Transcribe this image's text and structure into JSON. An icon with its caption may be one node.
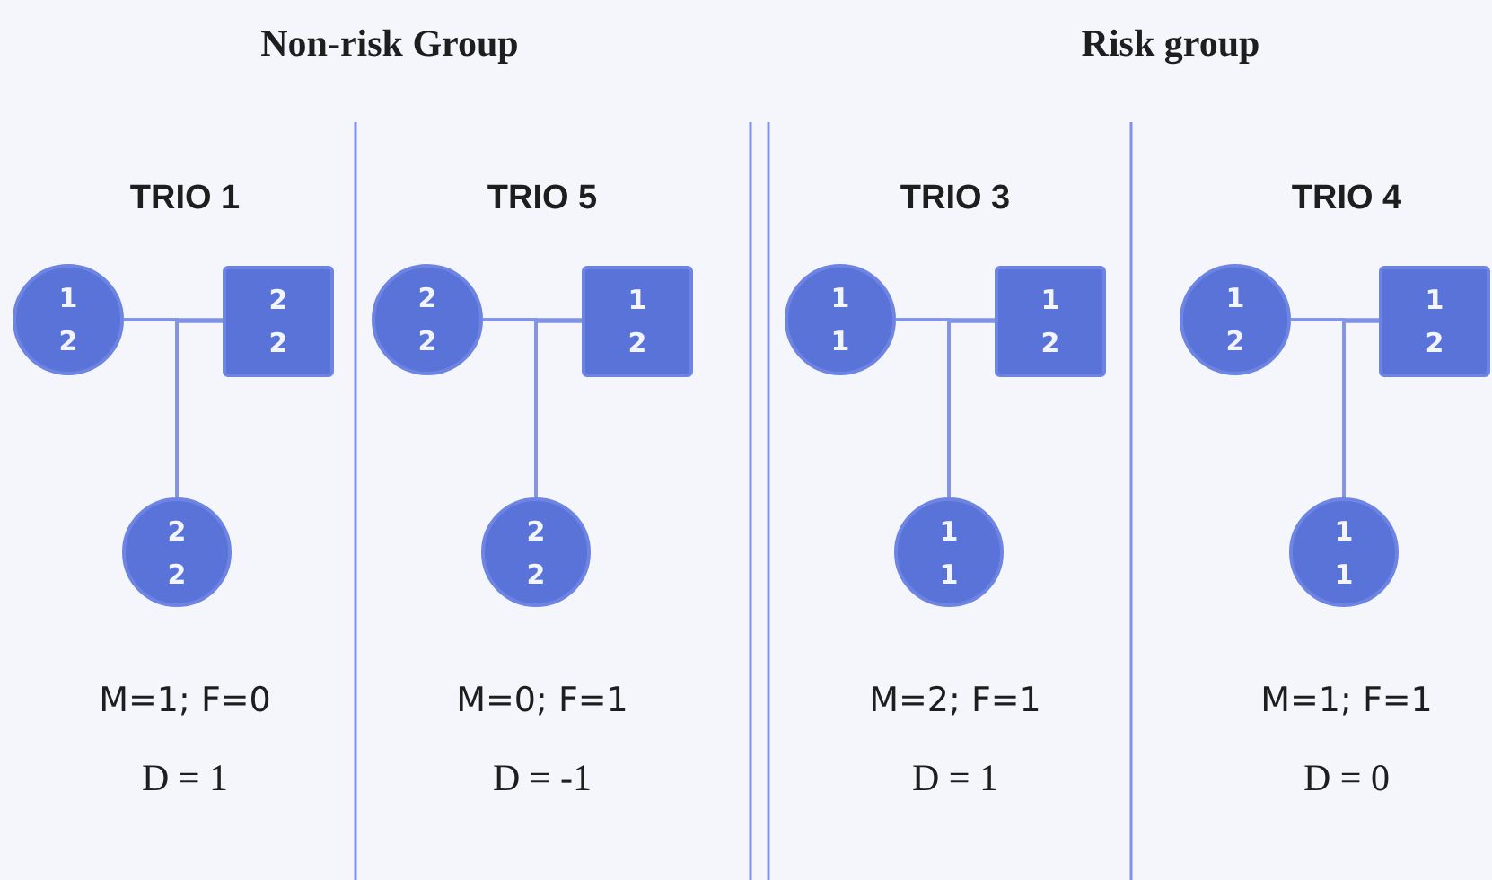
{
  "diagram": {
    "nodes": [
      {
        "text": [
          "1",
          "2"
        ]
      },
      {
        "text": [
          "2",
          "2"
        ]
      },
      {
        "text": [
          "2",
          "2"
        ]
      },
      {
        "text": [
          "2",
          "2"
        ]
      },
      {
        "text": [
          "1",
          "2"
        ]
      },
      {
        "text": [
          "2",
          "2"
        ]
      },
      {
        "text": [
          "1",
          "1"
        ]
      },
      {
        "text": [
          "1",
          "2"
        ]
      },
      {
        "text": [
          "1",
          "1"
        ]
      },
      {
        "text": [
          "1",
          "2"
        ]
      },
      {
        "text": [
          "1",
          "2"
        ]
      },
      {
        "text": [
          "1",
          "1"
        ]
      }
    ],
    "edges": [
      {
        "from": 0,
        "to": 1,
        "arrow": "none"
      },
      {
        "from": 0,
        "to": 2,
        "arrow": "none"
      },
      {
        "from": 1,
        "to": 2,
        "arrow": "none"
      },
      {
        "from": 3,
        "to": 4,
        "arrow": "none"
      },
      {
        "from": 3,
        "to": 5,
        "arrow": "none"
      },
      {
        "from": 4,
        "to": 5,
        "arrow": "none"
      },
      {
        "from": 6,
        "to": 7,
        "arrow": "none"
      },
      {
        "from": 6,
        "to": 8,
        "arrow": "none"
      },
      {
        "from": 7,
        "to": 8,
        "arrow": "none"
      },
      {
        "from": 9,
        "to": 10,
        "arrow": "none"
      },
      {
        "from": 9,
        "to": 11,
        "arrow": "none"
      },
      {
        "from": 10,
        "to": 11,
        "arrow": "none"
      }
    ],
    "labels": [
      "Non-risk Group",
      "Risk group",
      "TRIO 1",
      "TRIO 5",
      "TRIO 3",
      "TRIO 4",
      "M=1; F=0",
      "M=0; F=1",
      "M=2; F=1",
      "M=1; F=1",
      "D = 1",
      "D = -1",
      "D = 1",
      "D = 0"
    ]
  }
}
